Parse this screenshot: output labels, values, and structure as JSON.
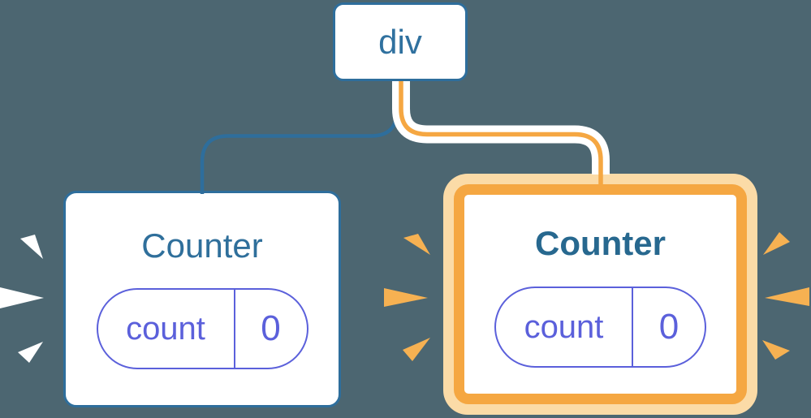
{
  "colors": {
    "background": "#4C6671",
    "line_blue": "#2E6E9C",
    "text_blue": "#30719F",
    "title_blue": "#2F6F9B",
    "title_blue_bold": "#27688F",
    "state_purple": "#5B60DB",
    "highlight_orange": "#F5A742",
    "highlight_cream": "#FBDBA7",
    "sparkle_orange": "#F6B152",
    "sparkle_white": "#FFFFFF",
    "card_bg": "#FFFFFF"
  },
  "tree": {
    "root": {
      "label": "div"
    },
    "children": [
      {
        "title": "Counter",
        "state_key": "count",
        "state_value": "0",
        "highlighted": false
      },
      {
        "title": "Counter",
        "state_key": "count",
        "state_value": "0",
        "highlighted": true
      }
    ]
  }
}
